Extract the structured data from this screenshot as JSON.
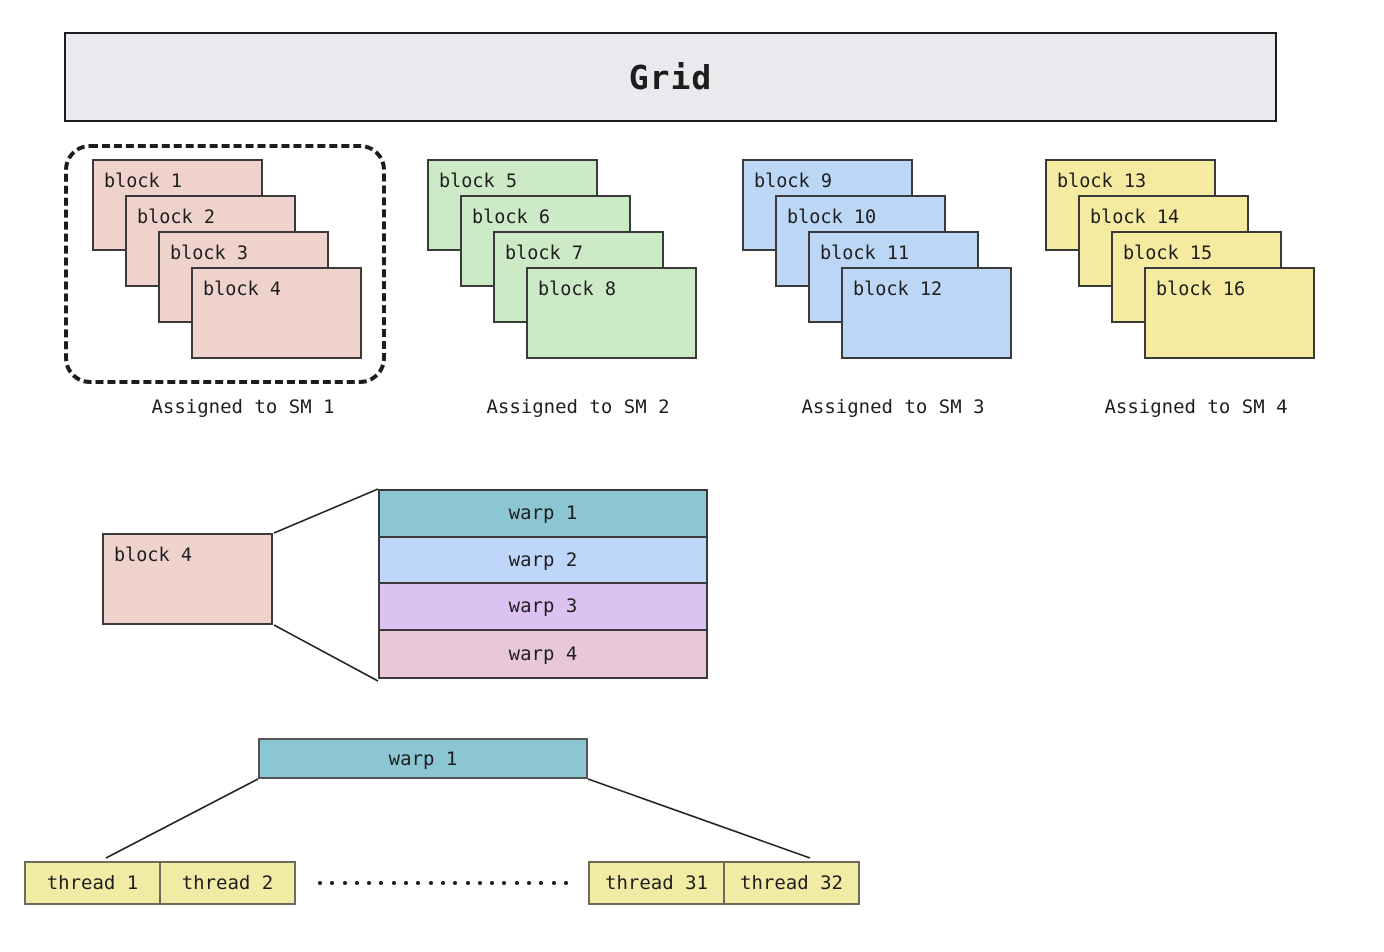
{
  "header": {
    "title": "Grid"
  },
  "sm_groups": [
    {
      "caption": "Assigned to SM 1",
      "color": "#f0d2cc",
      "highlighted": true,
      "blocks": [
        "block 1",
        "block 2",
        "block 3",
        "block 4"
      ]
    },
    {
      "caption": "Assigned to SM 2",
      "color": "#cdeac6",
      "highlighted": false,
      "blocks": [
        "block 5",
        "block 6",
        "block 7",
        "block 8"
      ]
    },
    {
      "caption": "Assigned to SM 3",
      "color": "#bcd7f5",
      "highlighted": false,
      "blocks": [
        "block 9",
        "block 10",
        "block 11",
        "block 12"
      ]
    },
    {
      "caption": "Assigned to SM 4",
      "color": "#f4eaa0",
      "highlighted": false,
      "blocks": [
        "block 13",
        "block 14",
        "block 15",
        "block 16"
      ]
    }
  ],
  "block_detail": {
    "block_label": "block 4",
    "block_color": "#f0d2cc",
    "warps": [
      {
        "label": "warp 1",
        "color": "#8cc6d3"
      },
      {
        "label": "warp 2",
        "color": "#bed6f9"
      },
      {
        "label": "warp 3",
        "color": "#dcc2f0"
      },
      {
        "label": "warp 4",
        "color": "#e8c8d8"
      }
    ]
  },
  "warp_detail": {
    "warp_label": "warp 1",
    "warp_color": "#8cc6d3",
    "threads_left": [
      "thread 1",
      "thread 2"
    ],
    "threads_right": [
      "thread 31",
      "thread 32"
    ],
    "ellipsis_dot_count": 21
  },
  "colors": {
    "background": "#ffffff",
    "grid_fill": "#e8eaee",
    "stroke": "#1d1d1d",
    "card_stroke": "#3a3a3a",
    "thread_fill": "#f2eba6",
    "thread_stroke": "#6f6a55"
  }
}
